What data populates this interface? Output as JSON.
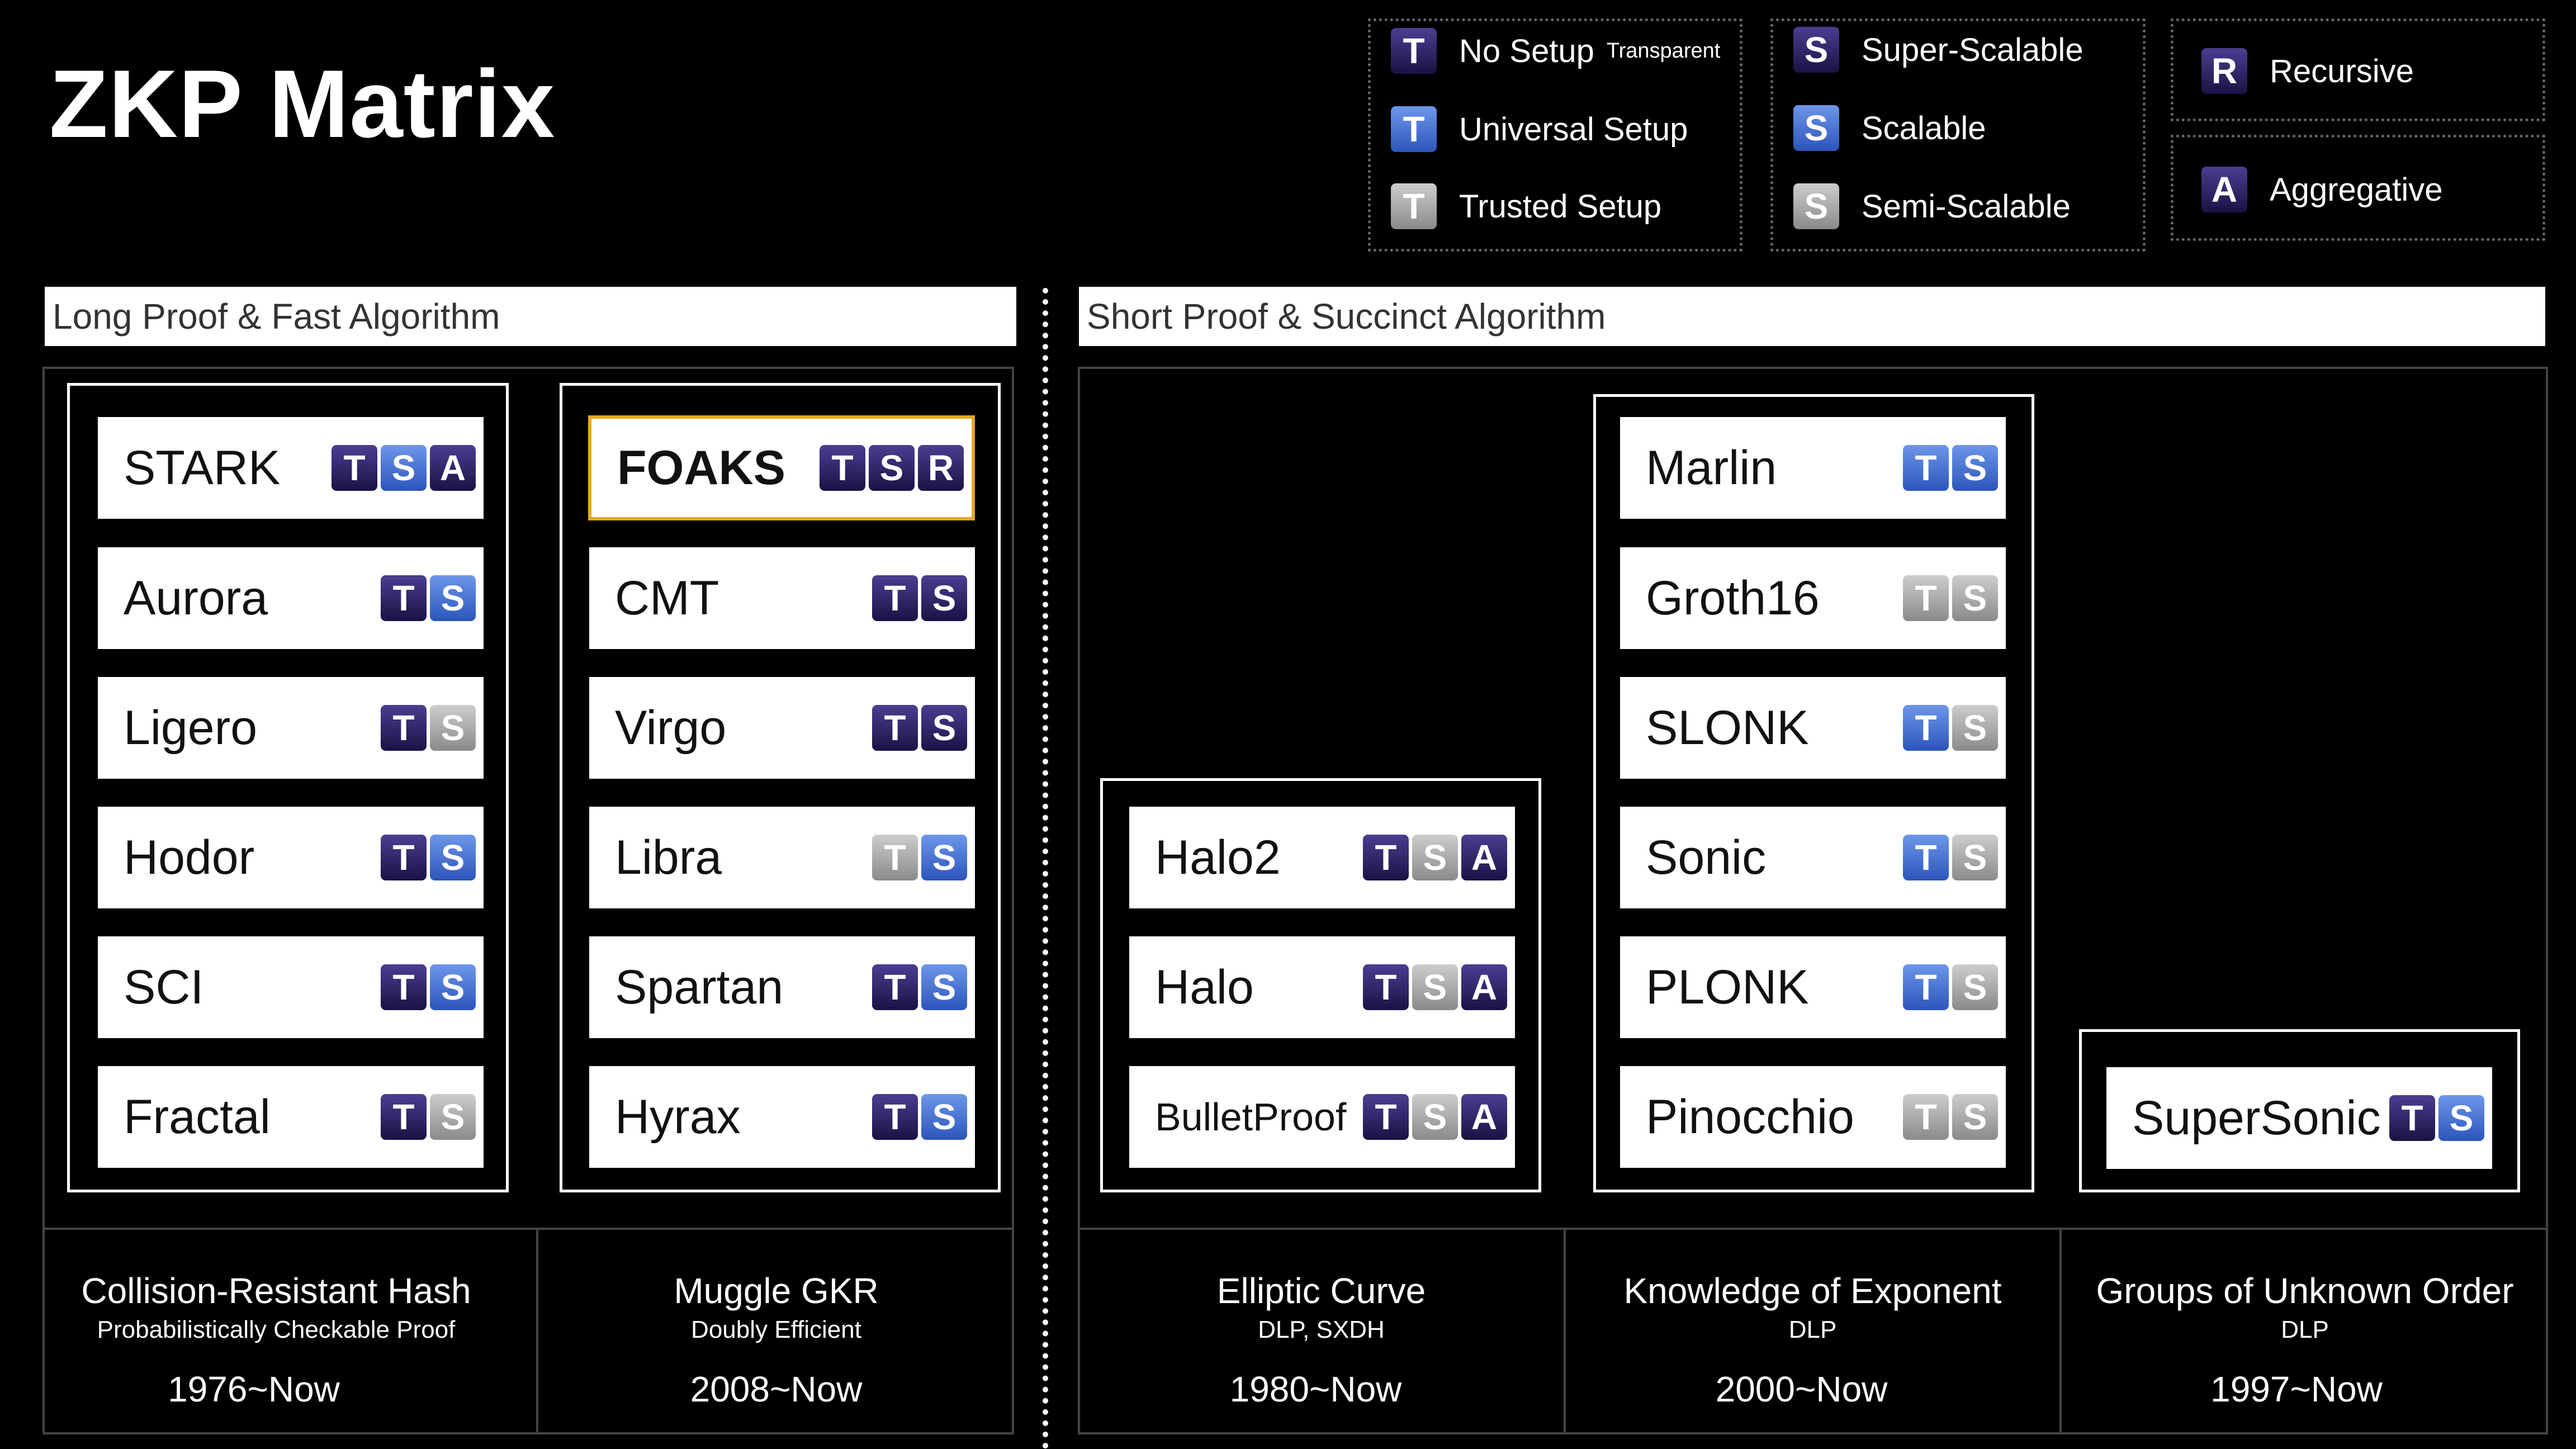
{
  "title": "ZKP Matrix",
  "colors": {
    "dark": "#2a1e6a",
    "blue": "#4a78d8",
    "gray": "#aaaaaa",
    "highlight": "#e5a820"
  },
  "legend": {
    "setup": [
      {
        "letter": "T",
        "style": "dark",
        "label": "No Setup",
        "sublabel": "Transparent"
      },
      {
        "letter": "T",
        "style": "blue",
        "label": "Universal Setup",
        "sublabel": ""
      },
      {
        "letter": "T",
        "style": "gray",
        "label": "Trusted Setup",
        "sublabel": ""
      }
    ],
    "scalability": [
      {
        "letter": "S",
        "style": "dark",
        "label": "Super-Scalable"
      },
      {
        "letter": "S",
        "style": "blue",
        "label": "Scalable"
      },
      {
        "letter": "S",
        "style": "gray",
        "label": "Semi-Scalable"
      }
    ],
    "features": [
      {
        "letter": "R",
        "style": "dark",
        "label": "Recursive"
      },
      {
        "letter": "A",
        "style": "dark",
        "label": "Aggregative"
      }
    ]
  },
  "sections": {
    "left_header": "Long Proof & Fast Algorithm",
    "right_header": "Short Proof & Succinct Algorithm"
  },
  "columns": {
    "hash": {
      "label": "Collision-Resistant Hash",
      "sublabel": "Probabilistically Checkable Proof",
      "years": "1976~Now",
      "items": [
        {
          "name": "STARK",
          "badges": [
            [
              "T",
              "dark"
            ],
            [
              "S",
              "blue"
            ],
            [
              "A",
              "dark"
            ]
          ]
        },
        {
          "name": "Aurora",
          "badges": [
            [
              "T",
              "dark"
            ],
            [
              "S",
              "blue"
            ]
          ]
        },
        {
          "name": "Ligero",
          "badges": [
            [
              "T",
              "dark"
            ],
            [
              "S",
              "gray"
            ]
          ]
        },
        {
          "name": "Hodor",
          "badges": [
            [
              "T",
              "dark"
            ],
            [
              "S",
              "blue"
            ]
          ]
        },
        {
          "name": "SCI",
          "badges": [
            [
              "T",
              "dark"
            ],
            [
              "S",
              "blue"
            ]
          ]
        },
        {
          "name": "Fractal",
          "badges": [
            [
              "T",
              "dark"
            ],
            [
              "S",
              "gray"
            ]
          ]
        }
      ]
    },
    "gkr": {
      "label": "Muggle GKR",
      "sublabel": "Doubly Efficient",
      "years": "2008~Now",
      "items": [
        {
          "name": "FOAKS",
          "badges": [
            [
              "T",
              "dark"
            ],
            [
              "S",
              "dark"
            ],
            [
              "R",
              "dark"
            ]
          ],
          "highlight": true
        },
        {
          "name": "CMT",
          "badges": [
            [
              "T",
              "dark"
            ],
            [
              "S",
              "dark"
            ]
          ]
        },
        {
          "name": "Virgo",
          "badges": [
            [
              "T",
              "dark"
            ],
            [
              "S",
              "dark"
            ]
          ]
        },
        {
          "name": "Libra",
          "badges": [
            [
              "T",
              "gray"
            ],
            [
              "S",
              "blue"
            ]
          ]
        },
        {
          "name": "Spartan",
          "badges": [
            [
              "T",
              "dark"
            ],
            [
              "S",
              "blue"
            ]
          ]
        },
        {
          "name": "Hyrax",
          "badges": [
            [
              "T",
              "dark"
            ],
            [
              "S",
              "blue"
            ]
          ]
        }
      ]
    },
    "ec": {
      "label": "Elliptic Curve",
      "sublabel": "DLP, SXDH",
      "years": "1980~Now",
      "items": [
        {
          "name": "Halo2",
          "badges": [
            [
              "T",
              "dark"
            ],
            [
              "S",
              "gray"
            ],
            [
              "A",
              "dark"
            ]
          ]
        },
        {
          "name": "Halo",
          "badges": [
            [
              "T",
              "dark"
            ],
            [
              "S",
              "gray"
            ],
            [
              "A",
              "dark"
            ]
          ]
        },
        {
          "name": "BulletProof",
          "badges": [
            [
              "T",
              "dark"
            ],
            [
              "S",
              "gray"
            ],
            [
              "A",
              "dark"
            ]
          ]
        }
      ]
    },
    "koe": {
      "label": "Knowledge of Exponent",
      "sublabel": "DLP",
      "years": "2000~Now",
      "items": [
        {
          "name": "Marlin",
          "badges": [
            [
              "T",
              "blue"
            ],
            [
              "S",
              "blue"
            ]
          ]
        },
        {
          "name": "Groth16",
          "badges": [
            [
              "T",
              "gray"
            ],
            [
              "S",
              "gray"
            ]
          ]
        },
        {
          "name": "SLONK",
          "badges": [
            [
              "T",
              "blue"
            ],
            [
              "S",
              "gray"
            ]
          ]
        },
        {
          "name": "Sonic",
          "badges": [
            [
              "T",
              "blue"
            ],
            [
              "S",
              "gray"
            ]
          ]
        },
        {
          "name": "PLONK",
          "badges": [
            [
              "T",
              "blue"
            ],
            [
              "S",
              "gray"
            ]
          ]
        },
        {
          "name": "Pinocchio",
          "badges": [
            [
              "T",
              "gray"
            ],
            [
              "S",
              "gray"
            ]
          ]
        }
      ]
    },
    "guo": {
      "label": "Groups of Unknown Order",
      "sublabel": "DLP",
      "years": "1997~Now",
      "items": [
        {
          "name": "SuperSonic",
          "badges": [
            [
              "T",
              "dark"
            ],
            [
              "S",
              "blue"
            ]
          ]
        }
      ]
    }
  }
}
